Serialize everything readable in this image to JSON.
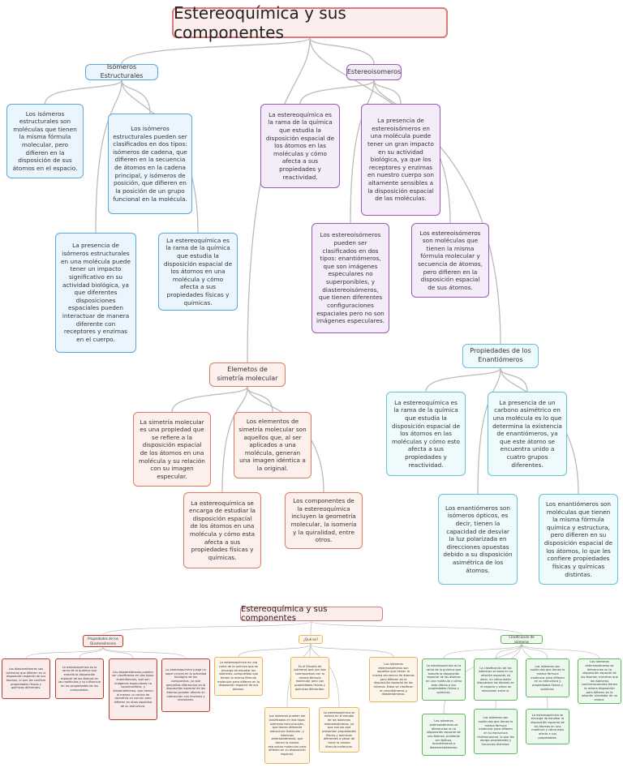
{
  "map1": {
    "title": "Estereoquímica y sus componentes",
    "topics": {
      "isomeros": "Isómeros Estructurales",
      "estereo": "Estereoisomeros",
      "simetria": "Elemetos de simetría molecular",
      "enantio": "Propiedades de los Enantiómeros"
    },
    "leaves": {
      "iso1": "Los isómeros estructurales son moléculas que tienen la misma fórmula molecular, pero difieren en la disposición de sus átomos en el espacio.",
      "iso2": "Los isómeros estructurales pueden ser clasificados en dos tipos: isómeros de cadena, que difieren en la secuencia de átomos en la cadena principal, y isómeros de posición, que difieren en la posición de un grupo funcional en la molécula.",
      "iso3": "La presencia de isómeros estructurales en una molécula puede tener un impacto significativo en su actividad biológica, ya que diferentes disposiciones espaciales pueden interactuar de manera diferente con receptores y enzimas en el cuerpo.",
      "iso4": "La estereoquímica es la rama de la química que estudia la disposición espacial de los átomos en una molécula y cómo afecta a sus propiedades físicas y químicas.",
      "est1": "La estereoquímica es la rama de la química que estudia la disposición espacial de los átomos en las moléculas y cómo afecta a sus propiedades y reactividad.",
      "est2": "La presencia de estereoisómeros en una molécula puede tener un gran impacto en su actividad biológica, ya que los receptores y enzimas en nuestro cuerpo son altamente sensibles a la disposición espacial de las moléculas.",
      "est3": "Los estereoisómeros pueden ser clasificados en dos tipos: enantiómeros, que son imágenes especulares no superponibles, y diastereoisómeros, que tienen diferentes configuraciones espaciales pero no son imágenes especulares.",
      "est4": "Los estereoisómeros son moléculas que tienen la misma fórmula molecular y secuencia de átomos, pero difieren en la disposición espacial de sus átomos.",
      "sim1": "La simetría molecular es una propiedad que se refiere a la disposición espacial de los átomos en una molécula y su relación con su imagen especular.",
      "sim2": "Los elementos de simetría molecular son aquellos que, al ser aplicados a una molécula, generan una imagen idéntica a la original.",
      "sim3": "La estereoquímica se encarga de estudiar la disposición espacial de los átomos en una molécula y cómo esta afecta a sus propiedades físicas y químicas.",
      "sim4": "Los componentes de la estereoquímica incluyen la geometría molecular, la isomería y la quiralidad, entre otros.",
      "ena1": "La estereoquímica es la rama de la química que estudia la disposición espacial de los átomos en las moléculas y cómo esto afecta a sus propiedades y reactividad.",
      "ena2": "La presencia de un carbono asimétrico en una molécula es lo que determina la existencia de enantiómeros, ya que este átomo se encuentra unido a cuatro grupos diferentes.",
      "ena3": "Los enantiómeros son isómeros ópticos, es decir, tienen la capacidad de desviar la luz polarizada en direcciones opuestas debido a su disposición asimétrica de los átomos.",
      "ena4": "Los enantiómeros son moléculas que tienen la misma fórmula química y estructura, pero difieren en su disposición espacial de los átomos, lo que les confiere propiedades físicas y químicas distintas."
    }
  },
  "map2": {
    "title": "Estereoquímica y sus componentes",
    "topics": {
      "prop": "Propiedades de los Diastereómeros",
      "que": "¿Qué es?",
      "clas": "Clasificación de isómeros"
    },
    "leaves": {
      "p1": "Los diastereómeros son isómeros que difieren en la disposición espacial de sus átomos, lo que les confiere propiedades físicas y químicas diferentes.",
      "p2": "La estereoquímica es la rama de la química que estudia la disposición espacial de los átomos en las moléculas y su influencia en las propiedades de los compuestos.",
      "p3": "Los diastereómeros pueden ser clasificados en dos tipos: enantiómeros, que son imágenes especulares no superponibles, y diastereómeros, que tienen al menos un centro de asimetría en común pero difieren en otros aspectos de su estructura.",
      "p4": "La estereoquímica juega un papel crucial en la actividad biológica de los compuestos, ya que pequeñas diferencias en la disposición espacial de los átomos pueden afectar su interacción con enzimas y receptores.",
      "q1": "La estereoquímica es una rama de la química que se encarga de estudiar los isómeros, compuestos que tienen la misma fórmula molecular pero difieren en la disposición espacial de sus átomos.",
      "q2": "Es el Estudio de isómeros que son dos cosmpuestos con la misma fórmula molecular pero con propiedades físicas y químicas diferentes.",
      "q3": "Los isómeros estereoisómeros son aquellos que tienen la misma secuencia de átomos pero difieren en la disposición espacial de los mismos. Estos se clasifican en enantiómeros y diastereómeros.",
      "q4": "Los isómeros pueden ser clasificados en dos tipos: isómeros estructurales, que tienen diferente estructura molecular, y isómeros estereoisómeros, que tienen la misma estructura molecular pero difieren en su disposición espacial.",
      "q5": "La estereoquímica se enfoca en el estudio de los isómeros estereoisómeros, ya que son los que presentan propiedades físicas y químicas diferentes a pesar de tener la misma fórmula molecular.",
      "c1": "La estereoquímica es la rama de la química que estudia la disposición espacial de los átomos en una molécula y cómo esto afecta a sus propiedades físicas y químicas.",
      "c2": "La clasificación de los isómeros se basa en su relación espacial, es decir, en cómo están dispuestos los átomos en el espacio y cómo se relacionan entre sí.",
      "c3": "Los isómeros son moléculas que tienen la misma fórmula molecular pero difieren en su estructura y propiedades físicas y químicas.",
      "c4": "Los isómeros estereoisómeros se diferencian en la disposición espacial de los átomos, mientras que los isómeros conformacionales tienen la misma disposición pero difieren en la rotación alrededor de un enlace.",
      "c5": "Los isómeros estereoisómeros se diferencian en la disposición espacial de sus átomos, pudiendo ser ópticos, enantiómeros o diastereoisómeros.",
      "c6": "Los isómeros son moléculas que tienen la misma fórmula molecular pero difieren en su estructura tridimensional, lo que les otorga propiedades y funciones distintas.",
      "c7": "La estereoquímica se encarga de estudiar la disposición espacial de los átomos en una molécula y cómo esta afecta a sus propiedades."
    }
  },
  "colors": {
    "root_border": "#e07a7a",
    "isomeros": "#5aa7e0",
    "estereo": "#9b59b6",
    "simetria": "#e07a5f",
    "enantio": "#62c3d6",
    "diastereo": "#c0392b",
    "que": "#e8b460",
    "clasificacion": "#5cb85c",
    "connector": "#bbbbbb"
  }
}
